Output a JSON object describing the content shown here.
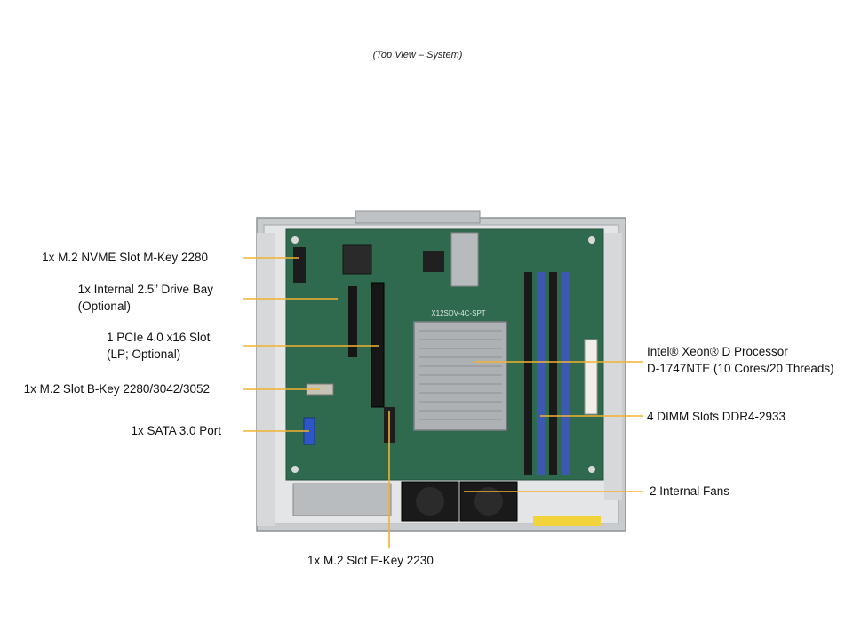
{
  "caption": "(Top View – System)",
  "colors": {
    "leader": "#f2b233",
    "pcb": "#2f6a4f",
    "chassis": "#c9ccce",
    "heatsink": "#aeb1b3",
    "dimm": "#3d58b0"
  },
  "callouts": {
    "nvme": {
      "text": "1x M.2 NVME Slot M-Key 2280"
    },
    "drive_bay": {
      "lines": [
        "1x Internal 2.5” Drive Bay",
        "(Optional)"
      ]
    },
    "pcie": {
      "lines": [
        "1 PCIe 4.0 x16 Slot",
        "(LP; Optional)"
      ]
    },
    "m2_bkey": {
      "text": "1x M.2 Slot B-Key 2280/3042/3052"
    },
    "sata": {
      "text": "1x SATA 3.0 Port"
    },
    "processor": {
      "lines": [
        "Intel® Xeon® D Processor",
        "D-1747NTE (10 Cores/20 Threads)"
      ]
    },
    "dimm": {
      "text": "4 DIMM Slots DDR4-2933"
    },
    "fans": {
      "text": "2 Internal Fans"
    },
    "m2_ekey": {
      "text": "1x M.2 Slot E-Key 2230"
    }
  },
  "board_silkscreen": "X12SDV-4C-SPT"
}
